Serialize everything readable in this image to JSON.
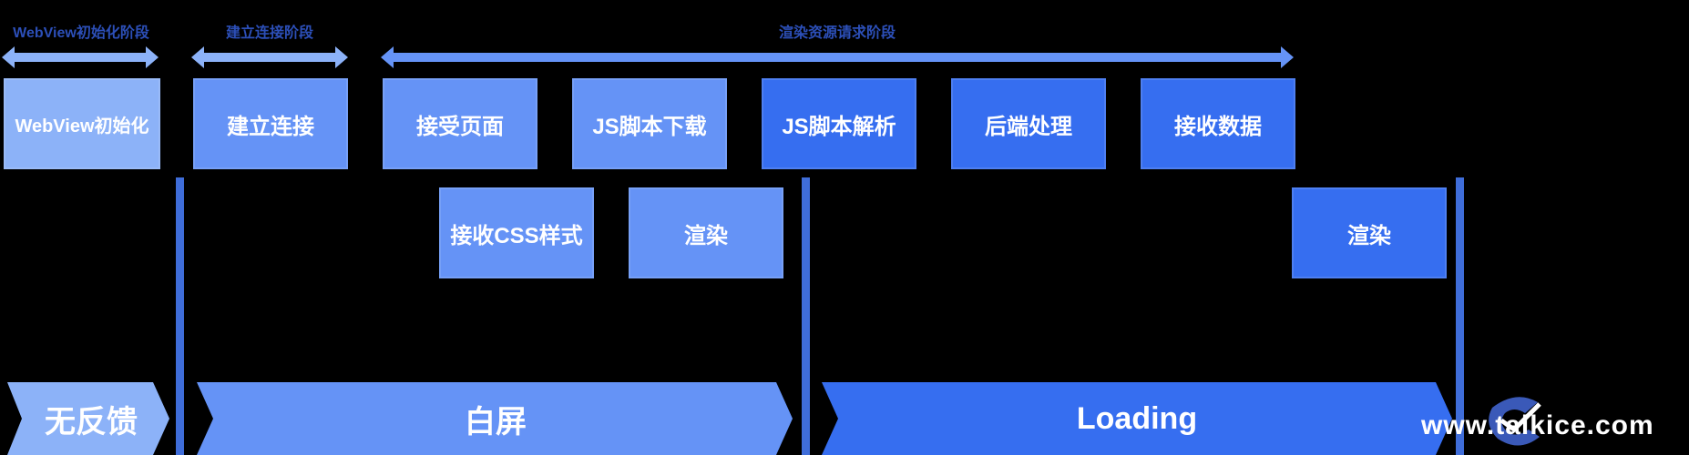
{
  "spans": {
    "webview_stage": "WebView初始化阶段",
    "connection_stage": "建立连接阶段",
    "render_stage": "渲染资源请求阶段"
  },
  "steps": {
    "webview_init": "WebView初始化",
    "connect": "建立连接",
    "receive_page": "接受页面",
    "js_download": "JS脚本下载",
    "js_parse": "JS脚本解析",
    "backend": "后端处理",
    "receive_data": "接收数据",
    "receive_css": "接收CSS样式",
    "render1": "渲染",
    "render2": "渲染"
  },
  "phases": {
    "no_feedback": "无反馈",
    "white_screen": "白屏",
    "loading": "Loading"
  },
  "watermark": "www.talkice.com",
  "colors": {
    "light": "#8cb2f8",
    "mid": "#6593f6",
    "dark": "#366ef0",
    "label": "#2c4fb8"
  }
}
